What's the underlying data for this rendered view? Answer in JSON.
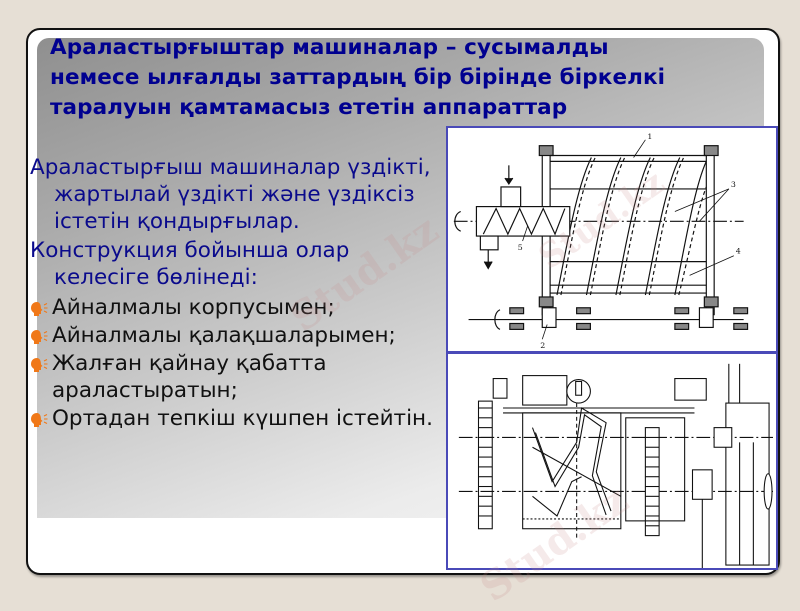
{
  "slide": {
    "title_lines": [
      "Араластырғыштар машиналар – сусымалды",
      "немесе ылғалды заттардың бір бірінде біркелкі",
      "таралуын қамтамасыз ететін аппараттар"
    ],
    "paragraphs": [
      "Араластырғыш машиналар үздікті, жартылай үздікті және үздіксіз істетін қондырғылар.",
      "Конструкция бойынша олар келесіге бөлінеді:"
    ],
    "bullets": [
      "Айналмалы корпусымен;",
      "Айналмалы қалақшаларымен;",
      "Жалған қайнау қабатта араластыратын;",
      "Ортадан тепкіш күшпен істейтін."
    ],
    "figures": [
      {
        "name": "drum-mixer-diagram",
        "labels": [
          "1",
          "2",
          "3",
          "4",
          "5"
        ]
      },
      {
        "name": "paddle-mixer-diagram",
        "labels": []
      }
    ],
    "watermark_text": "Stud.kz",
    "colors": {
      "background": "#E6DFD5",
      "title": "#000090",
      "paragraph": "#0a0a8c",
      "bullet_text": "#111111",
      "bullet_icon": "#F07818",
      "figure_border": "#4a4ab8"
    }
  }
}
